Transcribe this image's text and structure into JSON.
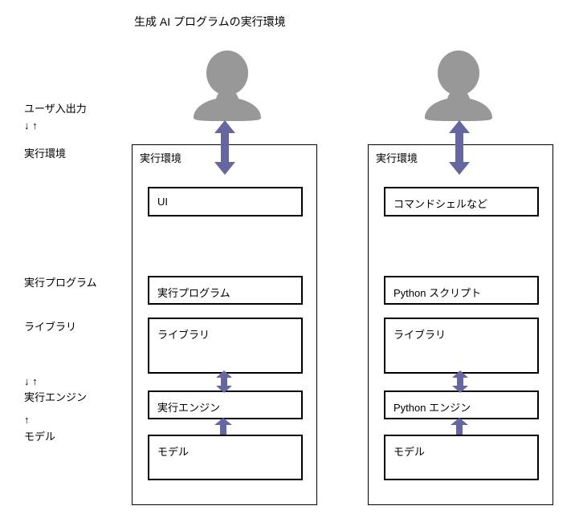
{
  "title": "生成 AI プログラムの実行環境",
  "colors": {
    "arrow": "#6666a0",
    "person": "#989898",
    "border": "#000000",
    "background": "#ffffff"
  },
  "side_labels": {
    "user_io": "ユーザ入出力",
    "io_arrows": "↓ ↑",
    "runtime_env": "実行環境",
    "exec_program": "実行プログラム",
    "library": "ライブラリ",
    "engine_arrows": "↓ ↑",
    "exec_engine": "実行エンジン",
    "model_arrow": "↑",
    "model": "モデル"
  },
  "columns": [
    {
      "env_label": "実行環境",
      "boxes": [
        "UI",
        "実行プログラム",
        "ライブラリ",
        "実行エンジン",
        "モデル"
      ]
    },
    {
      "env_label": "実行環境",
      "boxes": [
        "コマンドシェルなど",
        "Python スクリプト",
        "ライブラリ",
        "Python エンジン",
        "モデル"
      ]
    }
  ]
}
